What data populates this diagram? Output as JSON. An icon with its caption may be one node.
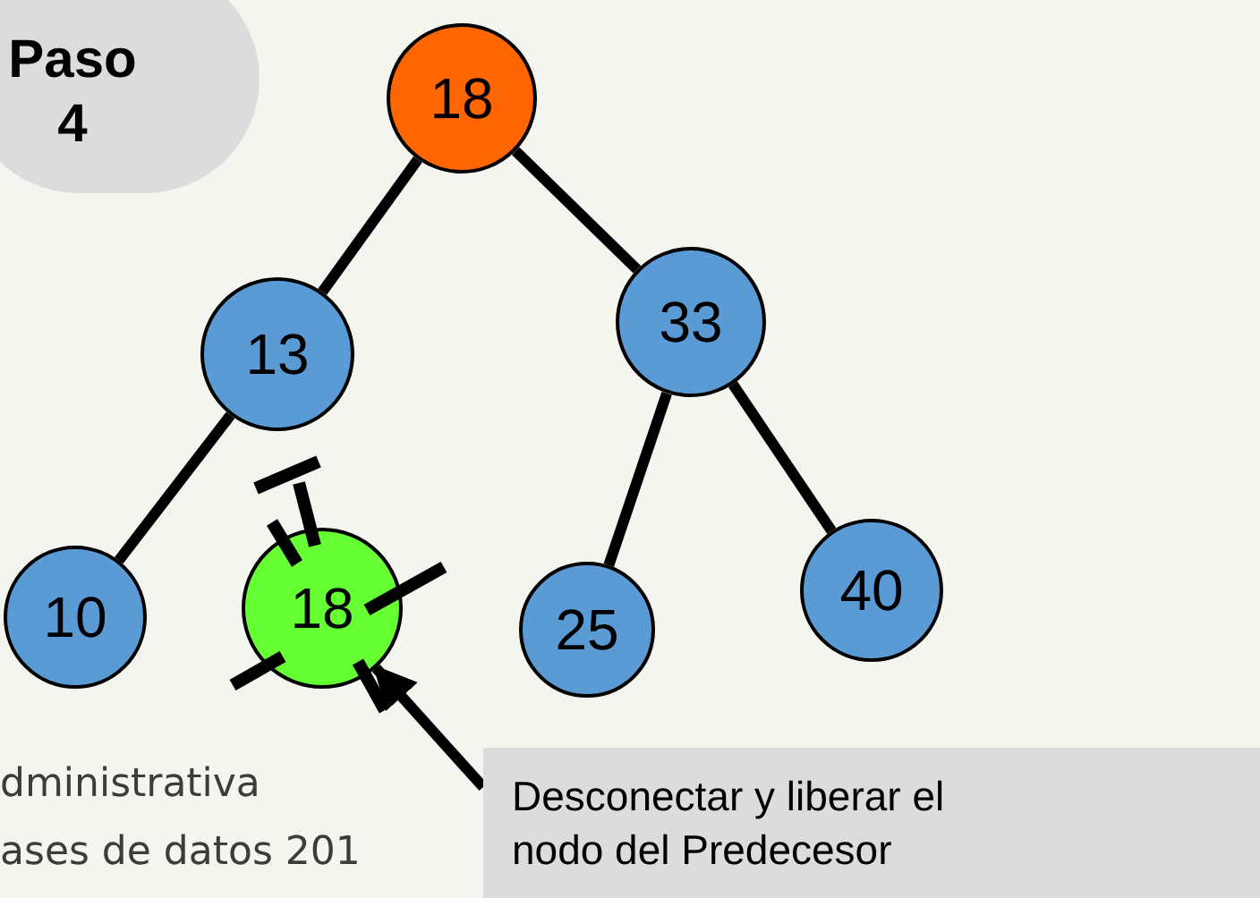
{
  "diagram": {
    "nodes": [
      {
        "text": [
          "Paso 4"
        ]
      },
      {
        "text": [
          "18"
        ]
      },
      {
        "text": [
          "13"
        ]
      },
      {
        "text": [
          "33"
        ]
      },
      {
        "text": [
          "10"
        ]
      },
      {
        "text": [
          "18"
        ]
      },
      {
        "text": [
          "25"
        ]
      },
      {
        "text": [
          "40"
        ]
      },
      {
        "text": [
          "Desconectar y liberar el nodo del Predecesor"
        ]
      }
    ],
    "edges": [
      {
        "from": 1,
        "to": 2,
        "arrow": "none"
      },
      {
        "from": 1,
        "to": 3,
        "arrow": "none"
      },
      {
        "from": 2,
        "to": 4,
        "arrow": "none"
      },
      {
        "from": 3,
        "to": 6,
        "arrow": "none"
      },
      {
        "from": 3,
        "to": 7,
        "arrow": "none"
      },
      {
        "from": 8,
        "to": 5,
        "arrow": "to"
      }
    ],
    "labels": [
      "dministrativa",
      "ases de datos 201"
    ]
  }
}
